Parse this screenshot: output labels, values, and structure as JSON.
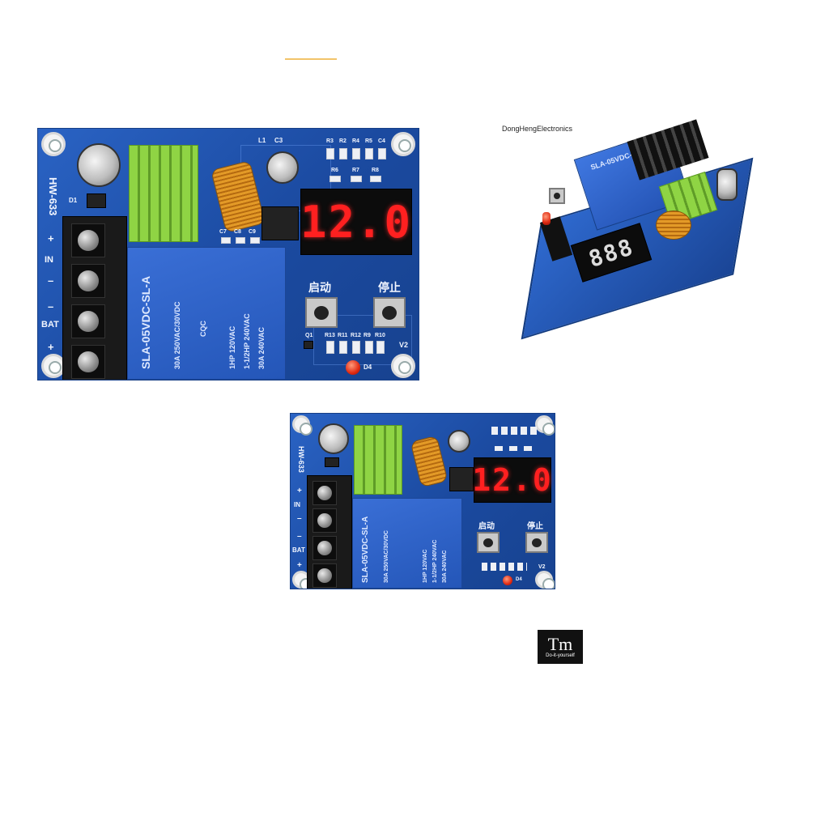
{
  "board_large": {
    "model_label": "HW-633",
    "terminal_labels": [
      "+",
      "IN",
      "–",
      "–",
      "BAT",
      "+"
    ],
    "relay_lines": [
      "SLA-05VDC-SL-A",
      "30A  250VAC/30VDC",
      "1HP 120VAC",
      "1-1/2HP 240VAC",
      "30A 240VAC"
    ],
    "cqc_mark": "CQC",
    "display_value": "12.0",
    "start_label": "启动",
    "stop_label": "停止",
    "v2_label": "V2",
    "d4_label": "D4",
    "l1_label": "L1",
    "c3_label": "C3",
    "d1_label": "D1",
    "q1_label": "Q1",
    "resistor_top": [
      "R3",
      "R2",
      "R4",
      "R5",
      "C4"
    ],
    "resistor_mid": [
      "R6",
      "R7",
      "R8"
    ],
    "resistor_bottom": [
      "R13",
      "R11",
      "R12",
      "R9",
      "R10"
    ],
    "cap_labels": [
      "C7",
      "C8",
      "C9"
    ]
  },
  "board_small": {
    "model_label": "HW-633",
    "terminal_labels": [
      "+",
      "IN",
      "–",
      "–",
      "BAT",
      "+"
    ],
    "relay_lines": [
      "SLA-05VDC-SL-A",
      "30A  250VAC/30VDC",
      "1HP 120VAC",
      "1-1/2HP 240VAC",
      "30A 240VAC"
    ],
    "display_value": "12.0",
    "start_label": "启动",
    "stop_label": "停止",
    "v2_label": "V2",
    "d4_label": "D4"
  },
  "board_angled": {
    "brand_watermark": "DongHengElectronics",
    "relay_text": "SLA-05VDC-SL-A",
    "display_value": "888"
  },
  "logo": {
    "mark": "Tm",
    "tagline": "Do-it-yourself"
  },
  "colors": {
    "pcb": "#1d4fa8",
    "relay": "#2456b8",
    "led_digits": "#ff2020",
    "heatsink": "#7fc23a"
  }
}
